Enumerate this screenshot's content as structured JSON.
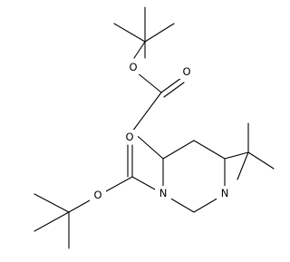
{
  "molecule": {
    "atoms": [
      {
        "id": "n1",
        "label": "N"
      },
      {
        "id": "n4",
        "label": "N"
      },
      {
        "id": "o_boc_dbl",
        "label": "O"
      },
      {
        "id": "o_boc_est",
        "label": "O"
      },
      {
        "id": "o_ac_dbl",
        "label": "O"
      },
      {
        "id": "o_ac_est",
        "label": "O"
      }
    ]
  },
  "colors": {
    "bond": "#000000",
    "label": "#000000",
    "background": "#ffffff"
  }
}
